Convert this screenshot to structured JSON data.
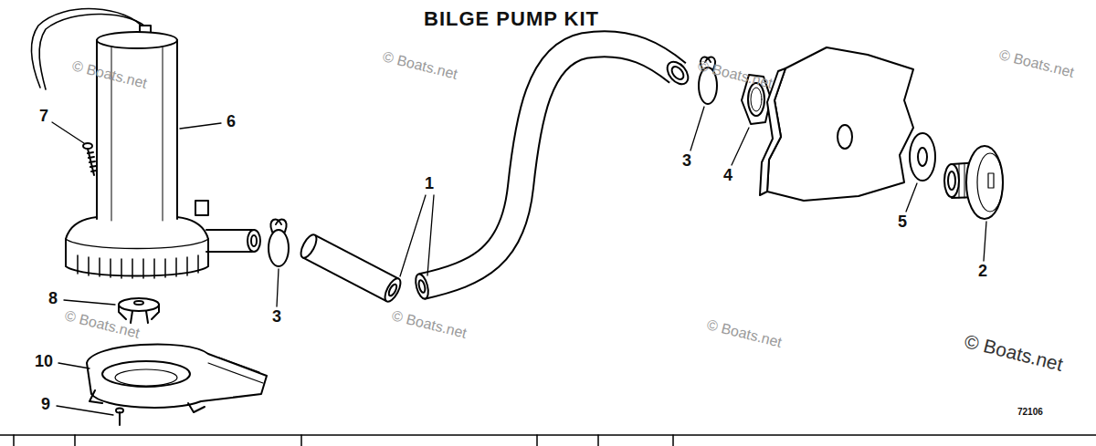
{
  "diagram": {
    "title": "BILGE PUMP KIT",
    "labels": [
      "1",
      "2",
      "3",
      "3",
      "4",
      "5",
      "6",
      "7",
      "8",
      "9",
      "10",
      "72106",
      "© Boats.net",
      "© Boats.net",
      "© Boats.net",
      "© Boats.net",
      "© Boats.net",
      "© Boats.net",
      "© Boats.net",
      "© Boats.net"
    ]
  }
}
